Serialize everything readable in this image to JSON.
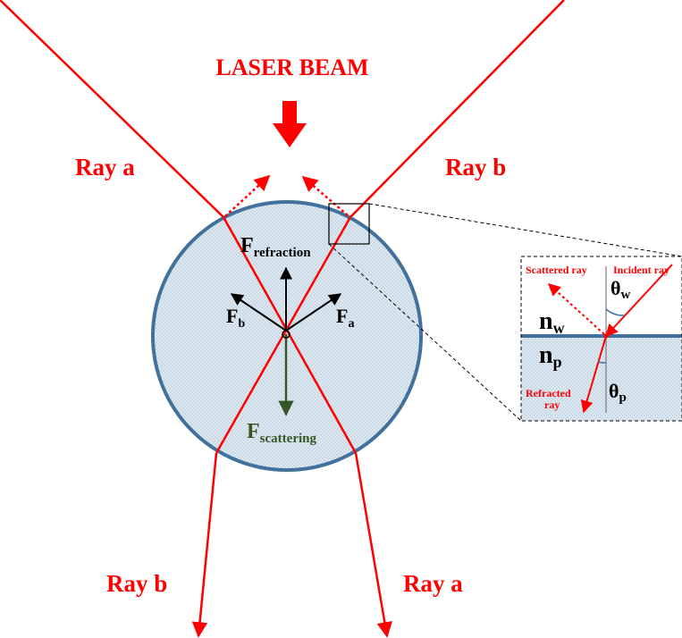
{
  "labels": {
    "laser_beam": "LASER BEAM",
    "ray_a_top": "Ray a",
    "ray_b_top": "Ray b",
    "ray_b_bottom": "Ray b",
    "ray_a_bottom": "Ray a"
  },
  "forces": {
    "refraction_main": "F",
    "refraction_sub": "refraction",
    "b_main": "F",
    "b_sub": "b",
    "a_main": "F",
    "a_sub": "a",
    "scattering_main": "F",
    "scattering_sub": "scattering"
  },
  "inset": {
    "scattered_ray": "Scattered ray",
    "incident_ray": "Incident ray",
    "theta_w_main": "θ",
    "theta_w_sub": "w",
    "n_w_main": "n",
    "n_w_sub": "w",
    "n_p_main": "n",
    "n_p_sub": "p",
    "refracted_ray_line1": "Refracted",
    "refracted_ray_line2": "ray",
    "theta_p_main": "θ",
    "theta_p_sub": "p"
  },
  "colors": {
    "ray": "#ff0000",
    "particle_outline": "#41719c",
    "particle_fill": "#dde9f3",
    "scattering_force": "#375623",
    "label_red": "#ff0000",
    "text_black": "#000000"
  }
}
